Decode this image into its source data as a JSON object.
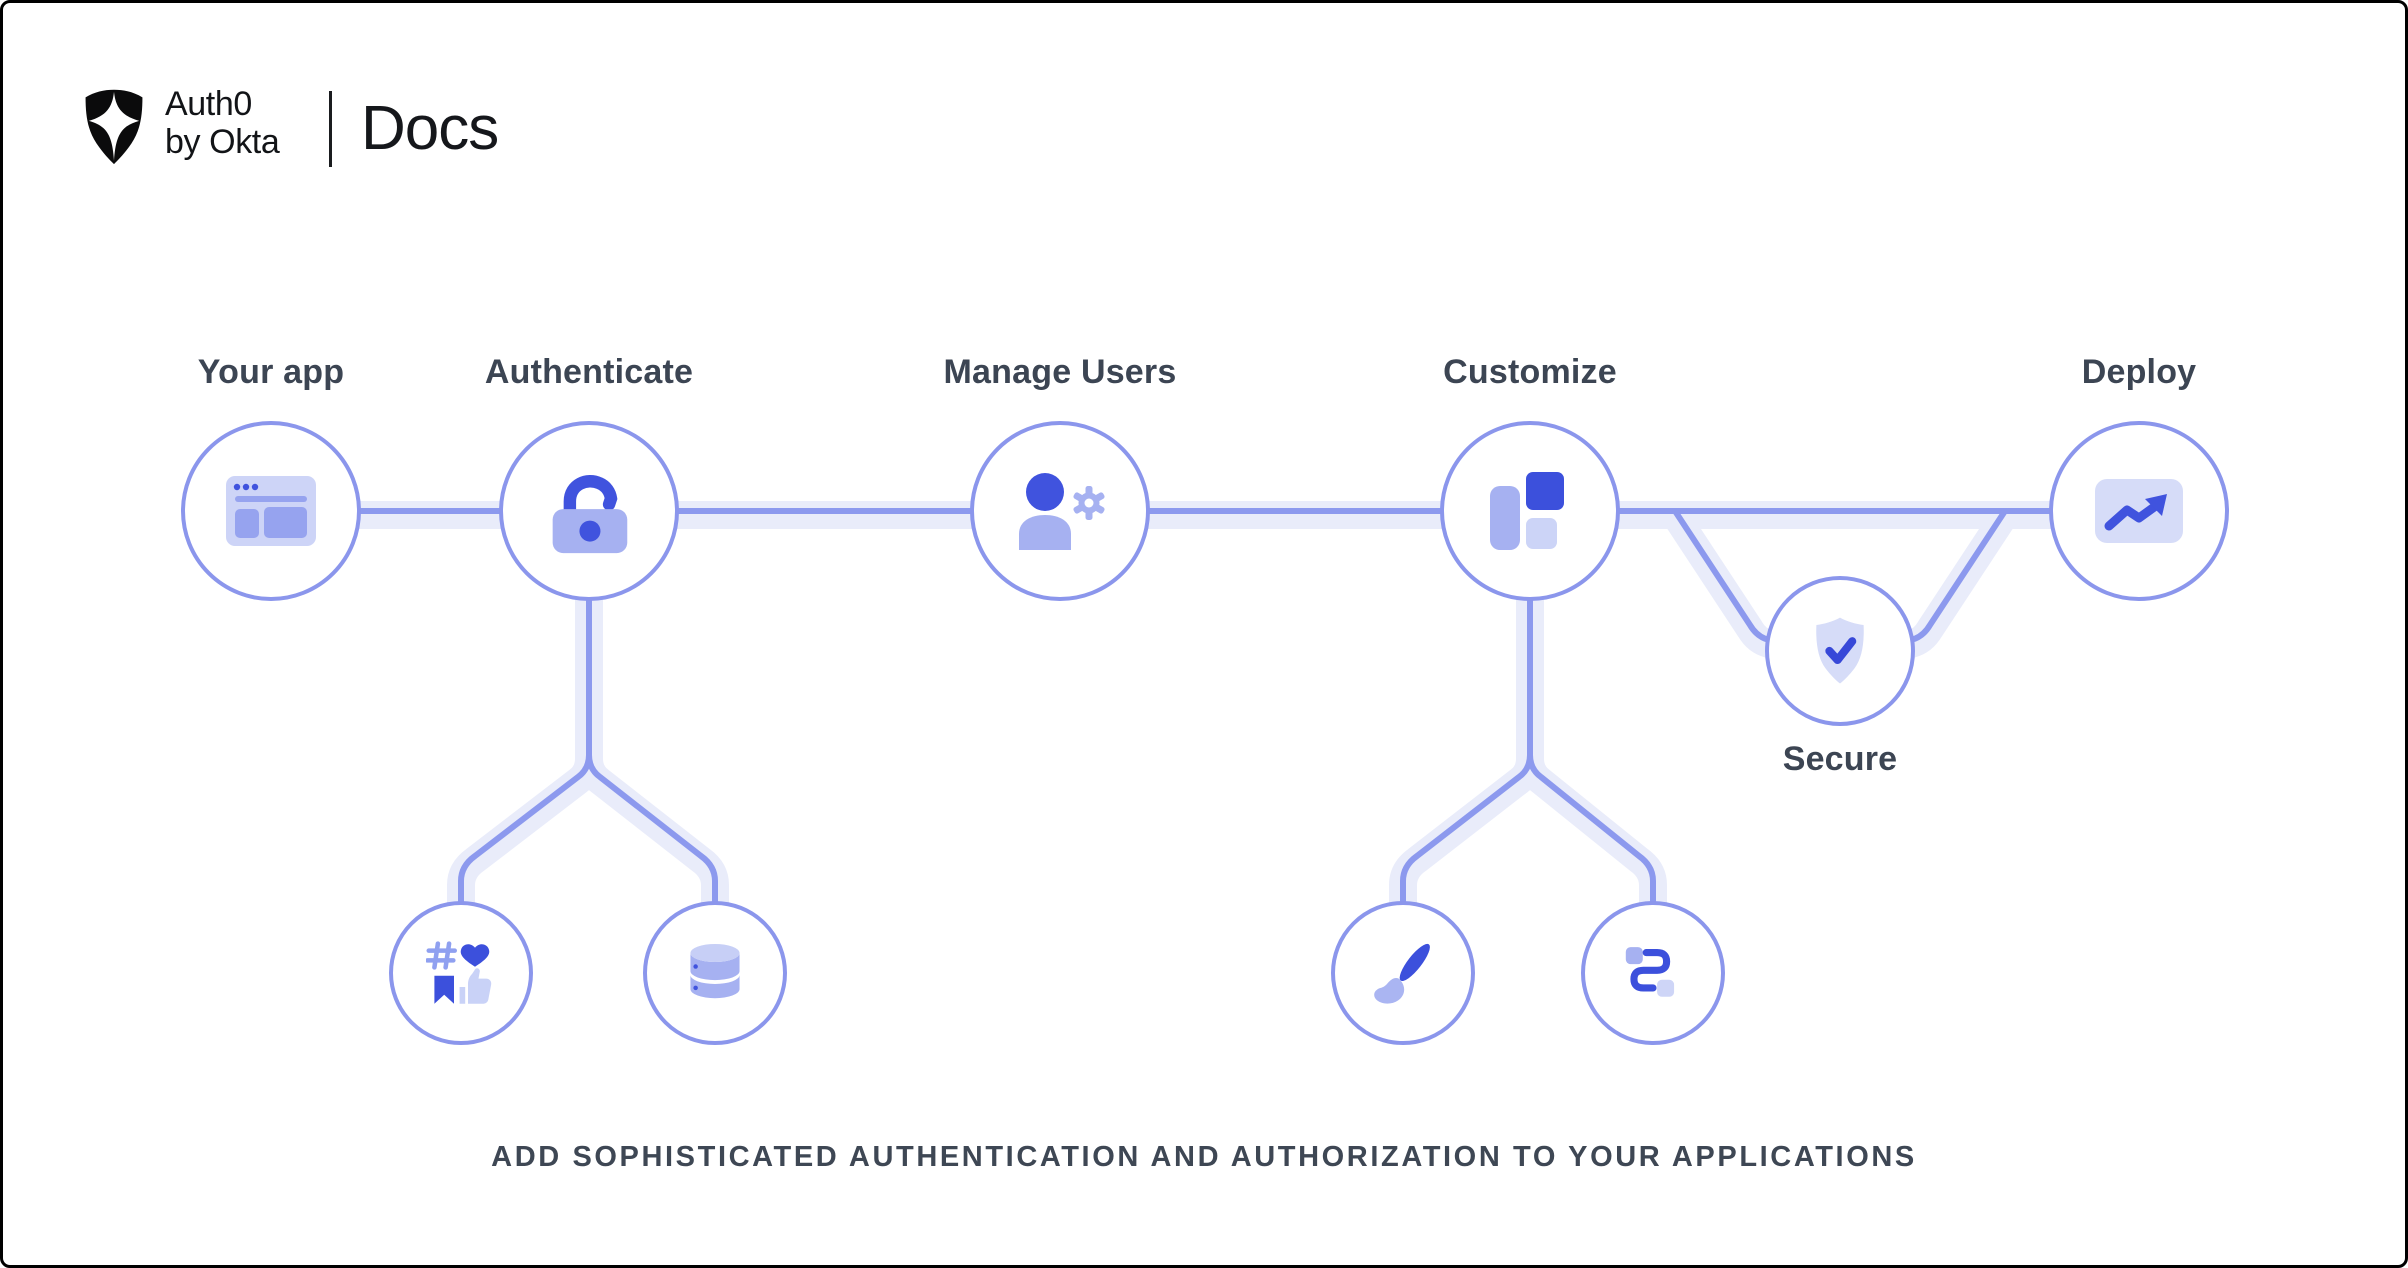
{
  "brand": {
    "line1": "Auth0",
    "line2": "by Okta",
    "product": "Docs",
    "logo_icon": "auth0-shield-icon"
  },
  "nodes": {
    "your_app": {
      "label": "Your app",
      "icon": "browser-window-icon"
    },
    "authenticate": {
      "label": "Authenticate",
      "icon": "unlock-icon"
    },
    "manage_users": {
      "label": "Manage Users",
      "icon": "user-gear-icon"
    },
    "customize": {
      "label": "Customize",
      "icon": "layout-blocks-icon"
    },
    "deploy": {
      "label": "Deploy",
      "icon": "trend-up-chart-icon"
    },
    "secure": {
      "label": "Secure",
      "icon": "shield-check-icon"
    },
    "social": {
      "icon": "social-engagement-icon"
    },
    "database": {
      "icon": "database-icon"
    },
    "branding": {
      "icon": "paintbrush-icon"
    },
    "flows": {
      "icon": "route-icon"
    }
  },
  "headline": "ADD SOPHISTICATED AUTHENTICATION AND AUTHORIZATION TO YOUR APPLICATIONS",
  "colors": {
    "accent_dark_blue": "#4053de",
    "periwinkle": "#a6b1f1",
    "light_lavender": "#ccd4f7",
    "pale_icon_bg": "#d6dcf8",
    "connector_wire": "#8c99ee",
    "connector_halo": "#e9ecfa",
    "circle_border": "#8b96ec",
    "label_text": "#3c4553",
    "headline_text": "#3e4754",
    "logo_black": "#121417"
  }
}
